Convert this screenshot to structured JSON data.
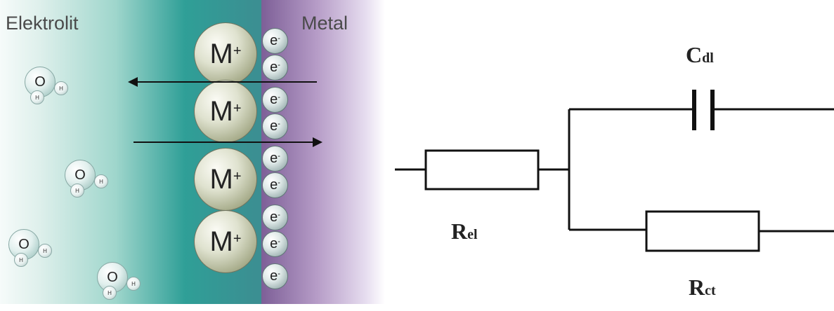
{
  "left_panel": {
    "electrolyte_label": "Elektrolit",
    "metal_label": "Metal",
    "ion_symbol": "M",
    "ion_charge": "+",
    "electron_symbol": "e",
    "electron_charge": "-",
    "water": {
      "oxygen": "O",
      "hydrogen": "H"
    }
  },
  "circuit": {
    "capacitor_label_main": "C",
    "capacitor_label_sub": "dl",
    "resistor1_label_main": "R",
    "resistor1_label_sub": "el",
    "resistor2_label_main": "R",
    "resistor2_label_sub": "ct"
  }
}
